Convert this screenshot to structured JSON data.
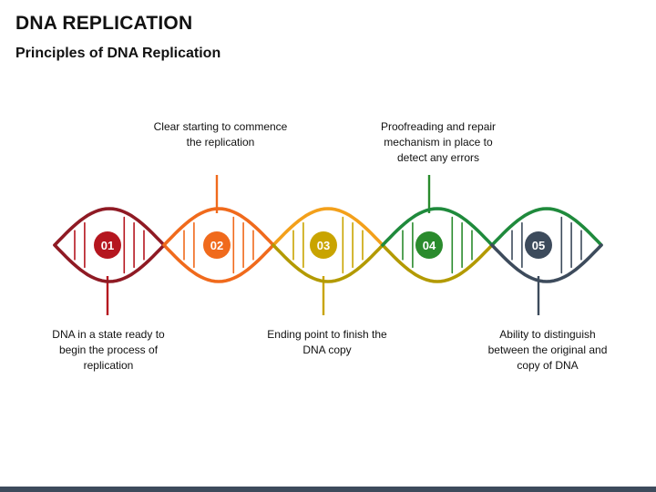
{
  "header": {
    "title": "DNA REPLICATION",
    "subtitle": "Principles of DNA Replication"
  },
  "steps": [
    {
      "number": "01",
      "color": "#b5161f",
      "caption": "DNA in a state ready to begin the process of replication",
      "caption_position": "below"
    },
    {
      "number": "02",
      "color": "#f06a1c",
      "caption": "Clear starting to commence the replication",
      "caption_position": "above"
    },
    {
      "number": "03",
      "color": "#c9a400",
      "caption": "Ending point to finish the DNA copy",
      "caption_position": "below"
    },
    {
      "number": "04",
      "color": "#2a8b2d",
      "caption": "Proofreading and repair mechanism in place to detect any errors",
      "caption_position": "above"
    },
    {
      "number": "05",
      "color": "#3d4b5c",
      "caption": "Ability to distinguish between the original and copy of DNA",
      "caption_position": "below"
    }
  ],
  "colors": {
    "strand_1": "#8f1a24",
    "strand_2": "#f06a1c",
    "strand_3": "#f3a01b",
    "strand_4": "#b39a00",
    "strand_5": "#1f8a3c",
    "strand_6": "#3d4b5c",
    "footer_bar": "#3d4b5c"
  }
}
